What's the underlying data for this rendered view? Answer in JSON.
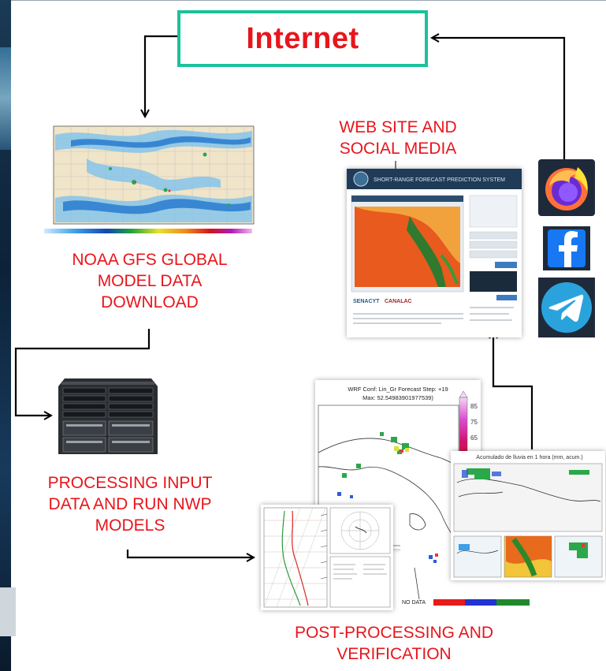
{
  "internet": {
    "label": "Internet"
  },
  "labels": {
    "website": [
      "WEB SITE AND",
      "SOCIAL MEDIA"
    ],
    "noaa": [
      "NOAA GFS GLOBAL",
      "MODEL DATA",
      "DOWNLOAD"
    ],
    "processing": [
      "PROCESSING INPUT",
      "DATA AND RUN NWP",
      "MODELS"
    ],
    "postproc": [
      "POST-PROCESSING AND",
      "VERIFICATION"
    ]
  },
  "wrf_plot": {
    "title_line1": "WRF Conf: Lin_Gr Forecast Step: +19",
    "title_line2": "Max: 52.54983901977539)",
    "colorbar_ticks": [
      "85",
      "75",
      "65"
    ]
  },
  "rain_panel": {
    "title": "Acumulado de lluvia en 1 hora (mm, acum.)"
  },
  "website_mock": {
    "header_text": "SHORT-RANGE FORECAST PREDICTION SYSTEM",
    "logo_text": "SENACYT",
    "logo_text2": "CANALAC"
  },
  "bottom_fragment": {
    "text": "NO DATA"
  },
  "icons": [
    "firefox-icon",
    "facebook-icon",
    "telegram-icon",
    "server-icon"
  ],
  "colors": {
    "accent_box": "#19c29b",
    "label_red": "#e8151b",
    "firefox": "#ff7139",
    "facebook": "#1877f2",
    "telegram": "#2aa3dd"
  }
}
